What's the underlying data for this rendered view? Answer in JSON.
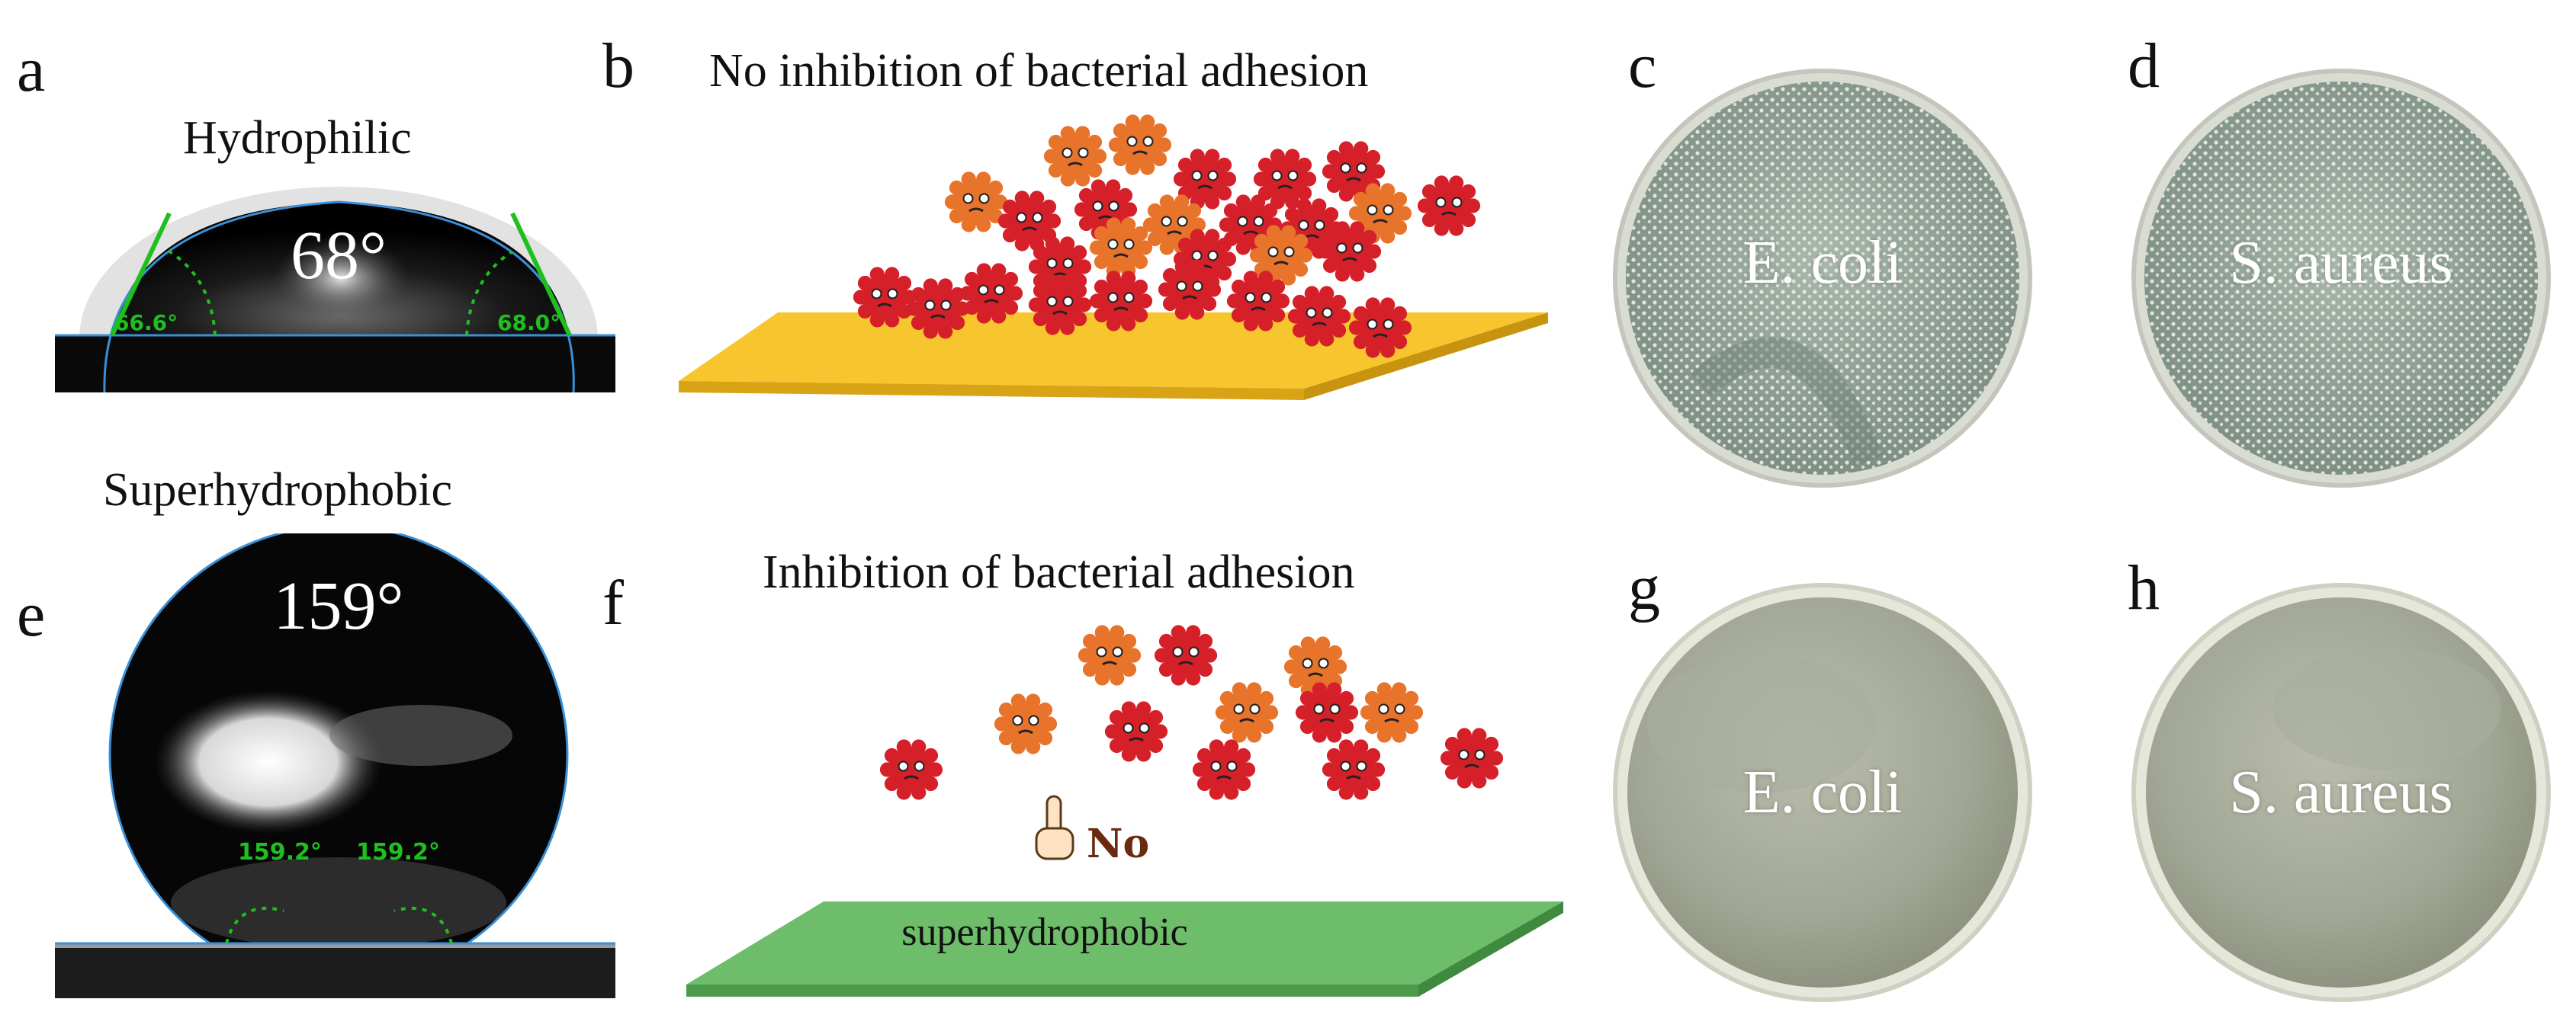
{
  "panels": {
    "a": {
      "label": "a",
      "title": "Hydrophilic",
      "angle_value": "68°",
      "left_reading": "66.6°",
      "right_reading": "68.0°"
    },
    "b": {
      "label": "b",
      "title": "No inhibition of bacterial adhesion"
    },
    "c": {
      "label": "c",
      "dish_text": "E. coli"
    },
    "d": {
      "label": "d",
      "dish_text": "S. aureus"
    },
    "e": {
      "label": "e",
      "title": "Superhydrophobic",
      "angle_value": "159°",
      "left_reading": "159.2°",
      "right_reading": "159.2°"
    },
    "f": {
      "label": "f",
      "title": "Inhibition of bacterial adhesion",
      "no_text": "No",
      "surface_text": "superhydrophobic"
    },
    "g": {
      "label": "g",
      "dish_text": "E. coli"
    },
    "h": {
      "label": "h",
      "dish_text": "S. aureus"
    }
  },
  "colors": {
    "angle_green": "#1fbf1f",
    "baseline_blue": "#3a8fd6",
    "plate_yellow": "#f5c12e",
    "plate_green": "#6dbd6a",
    "bacteria_red": "#d5202a",
    "bacteria_orange": "#e8732a"
  }
}
